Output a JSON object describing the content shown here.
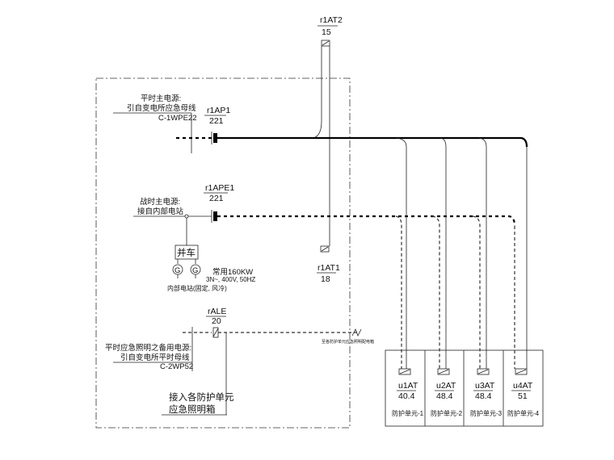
{
  "top_feeder": {
    "name": "r1AT2",
    "value": "15"
  },
  "normal_source": {
    "title": "平时主电源:",
    "desc": "引自变电所应急母线",
    "code": "C-1WPE22",
    "switch_name": "r1AP1",
    "switch_value": "221"
  },
  "war_source": {
    "switch_name": "r1APE1",
    "switch_value": "221",
    "title": "战时主电源:",
    "desc": "接自内部电站"
  },
  "generator": {
    "parallel_label": "并车",
    "generator_symbol": "G",
    "spec_line1": "常用160KW",
    "spec_line2": "3N~, 400V, 50HZ",
    "station_note": "内部电站(固定, 风冷)"
  },
  "bottom_feeder": {
    "name": "r1AT1",
    "value": "18"
  },
  "lighting": {
    "switch_name": "rALE",
    "switch_value": "20",
    "title": "平时应急照明之备用电源:",
    "desc": "引自变电所平时母线",
    "code": "C-2WP52",
    "target_line1": "接入各防护单元",
    "target_line2": "应急照明箱",
    "line_note": "至各防护单元应急照明配电箱"
  },
  "units": [
    {
      "name": "u1AT",
      "value": "40.4",
      "label": "防护单元-1"
    },
    {
      "name": "u2AT",
      "value": "48.4",
      "label": "防护单元-2"
    },
    {
      "name": "u3AT",
      "value": "48.4",
      "label": "防护单元-3"
    },
    {
      "name": "u4AT",
      "value": "51",
      "label": "防护单元-4"
    }
  ]
}
